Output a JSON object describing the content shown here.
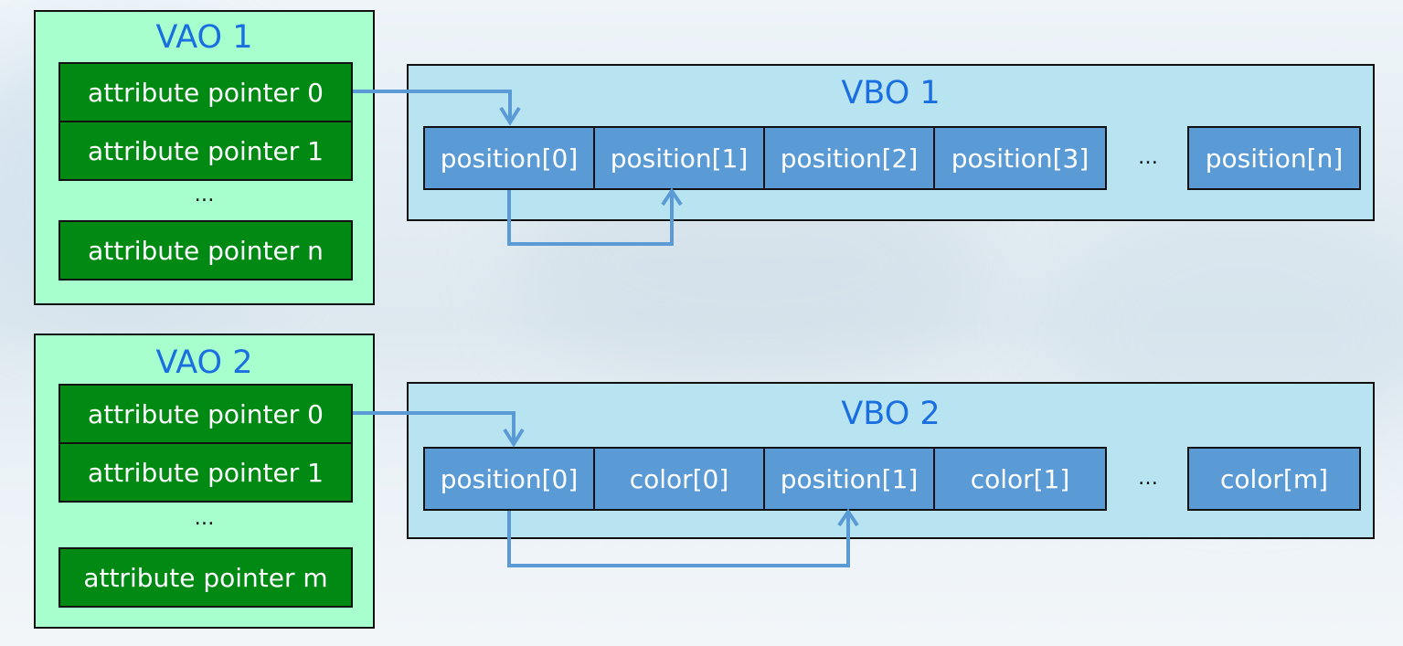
{
  "vao1": {
    "title": "VAO 1",
    "attributes": [
      "attribute pointer 0",
      "attribute pointer 1",
      "attribute pointer n"
    ],
    "ellipsis": "…"
  },
  "vao2": {
    "title": "VAO 2",
    "attributes": [
      "attribute pointer 0",
      "attribute pointer 1",
      "attribute pointer m"
    ],
    "ellipsis": "…"
  },
  "vbo1": {
    "title": "VBO 1",
    "cells": [
      "position[0]",
      "position[1]",
      "position[2]",
      "position[3]",
      "position[n]"
    ],
    "ellipsis": "…"
  },
  "vbo2": {
    "title": "VBO 2",
    "cells": [
      "position[0]",
      "color[0]",
      "position[1]",
      "color[1]",
      "color[m]"
    ],
    "ellipsis": "…"
  },
  "colors": {
    "vao_bg": "#a6ffcc",
    "attr_bg": "#008a14",
    "vbo_bg": "#b8e4f2",
    "cell_bg": "#5b9bd5",
    "title": "#1a6fe0",
    "arrow": "#5b9bd5"
  }
}
